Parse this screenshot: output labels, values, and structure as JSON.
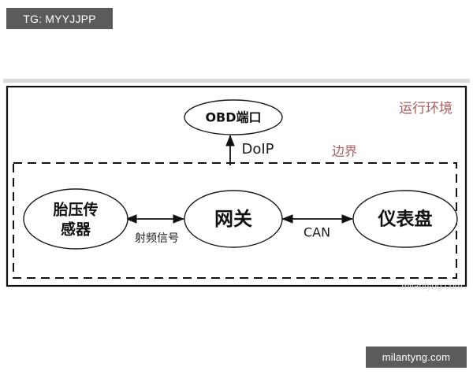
{
  "watermarks": {
    "top_left": "TG: MYYJJPP",
    "bottom_right": "milantyng.com",
    "ghost": "milantyng.com"
  },
  "diagram": {
    "title": "",
    "zones": [
      {
        "id": "runtime",
        "label": "运行环境",
        "style": "solid",
        "color": "#b05b5b"
      },
      {
        "id": "boundary",
        "label": "边界",
        "style": "dashed",
        "color": "#b05b5b"
      }
    ],
    "nodes": [
      {
        "id": "obd",
        "label": "OBD端口",
        "shape": "ellipse",
        "zone": "runtime"
      },
      {
        "id": "tpms",
        "label_line1": "胎压传",
        "label_line2": "感器",
        "shape": "ellipse",
        "zone": "boundary"
      },
      {
        "id": "gateway",
        "label": "网关",
        "shape": "ellipse",
        "zone": "boundary"
      },
      {
        "id": "cluster",
        "label": "仪表盘",
        "shape": "ellipse",
        "zone": "boundary"
      }
    ],
    "edges": [
      {
        "from": "gateway",
        "to": "obd",
        "label": "DoIP",
        "arrows": "single-up"
      },
      {
        "from": "tpms",
        "to": "gateway",
        "label": "射频信号",
        "arrows": "both"
      },
      {
        "from": "gateway",
        "to": "cluster",
        "label": "CAN",
        "arrows": "both"
      }
    ]
  }
}
